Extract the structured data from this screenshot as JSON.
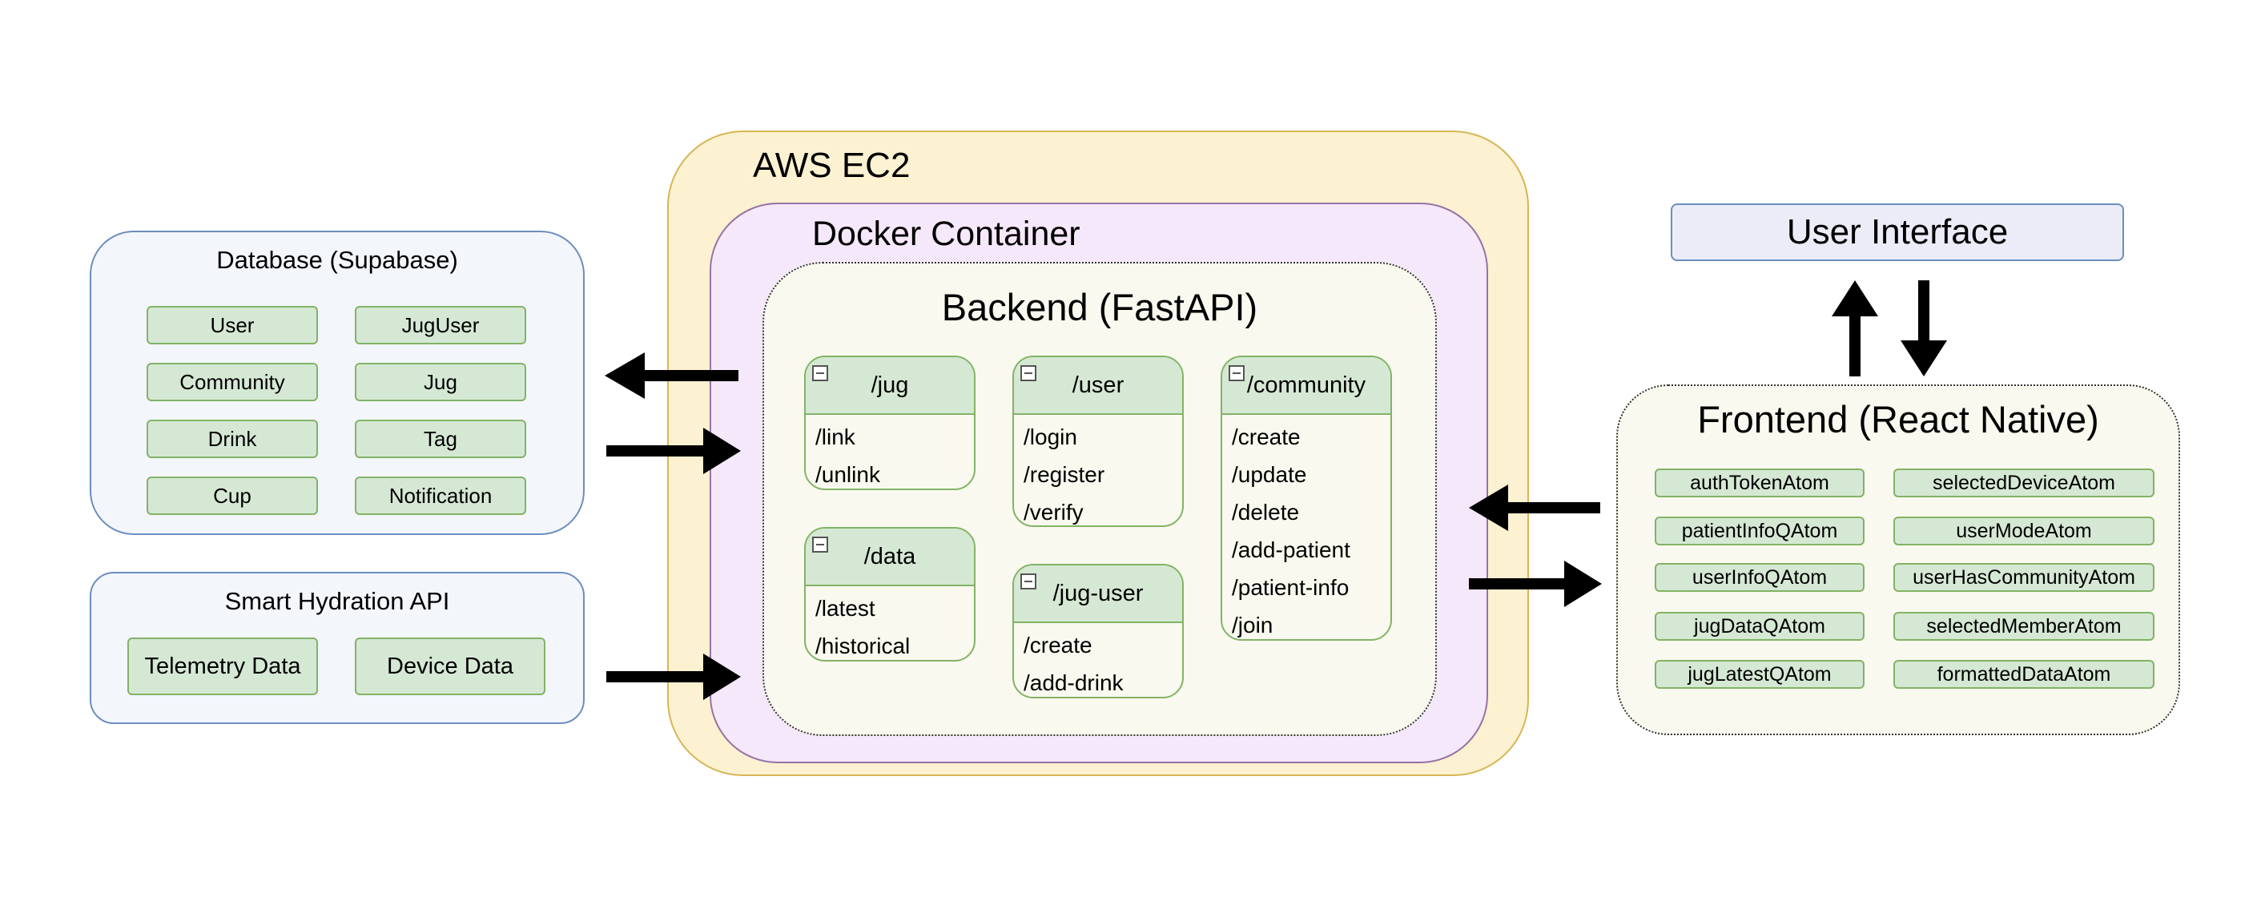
{
  "aws": {
    "title": "AWS EC2"
  },
  "docker": {
    "title": "Docker Container"
  },
  "backend": {
    "title": "Backend (FastAPI)",
    "groups": {
      "jug": {
        "name": "/jug",
        "routes": [
          "/link",
          "/unlink"
        ]
      },
      "user": {
        "name": "/user",
        "routes": [
          "/login",
          "/register",
          "/verify"
        ]
      },
      "community": {
        "name": "/community",
        "routes": [
          "/create",
          "/update",
          "/delete",
          "/add-patient",
          "/patient-info",
          "/join"
        ]
      },
      "data": {
        "name": "/data",
        "routes": [
          "/latest",
          "/historical"
        ]
      },
      "jug_user": {
        "name": "/jug-user",
        "routes": [
          "/create",
          "/add-drink"
        ]
      }
    }
  },
  "database": {
    "title": "Database (Supabase)",
    "tables": [
      "User",
      "JugUser",
      "Community",
      "Jug",
      "Drink",
      "Tag",
      "Cup",
      "Notification"
    ]
  },
  "hydration_api": {
    "title": "Smart Hydration API",
    "items": [
      "Telemetry Data",
      "Device Data"
    ]
  },
  "user_interface": {
    "title": "User Interface"
  },
  "frontend": {
    "title": "Frontend (React Native)",
    "atoms": [
      "authTokenAtom",
      "selectedDeviceAtom",
      "patientInfoQAtom",
      "userModeAtom",
      "userInfoQAtom",
      "userHasCommunityAtom",
      "jugDataQAtom",
      "selectedMemberAtom",
      "jugLatestQAtom",
      "formattedDataAtom"
    ]
  }
}
